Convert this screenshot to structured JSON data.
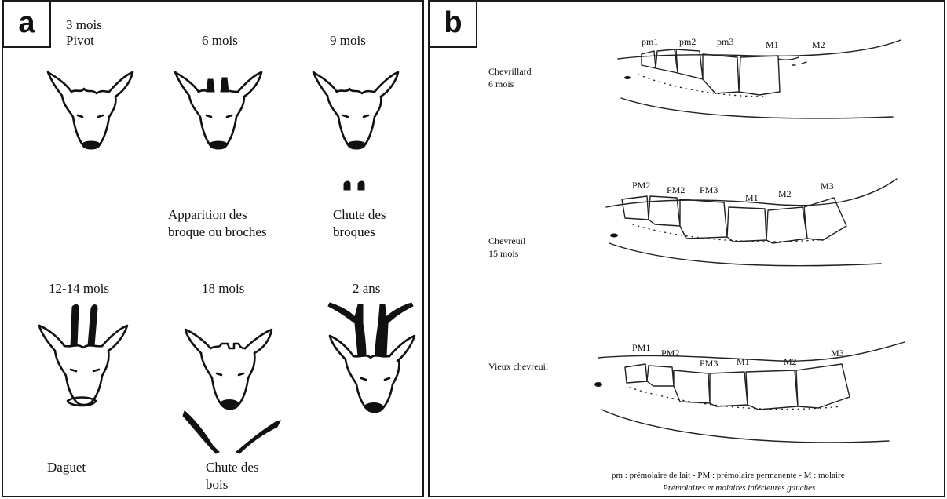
{
  "panel_a": {
    "badge": "a",
    "ages": {
      "m3": [
        "3 mois",
        "Pivot"
      ],
      "m6": "6 mois",
      "m9": "9 mois",
      "m12": "12-14 mois",
      "m18": "18 mois",
      "y2": "2 ans"
    },
    "captions": {
      "apparition": [
        "Apparition des",
        "broque ou broches"
      ],
      "chute_broques": [
        "Chute des",
        "broques"
      ],
      "daguet": "Daguet",
      "chute_bois": [
        "Chute des",
        "bois"
      ]
    }
  },
  "panel_b": {
    "badge": "b",
    "rows": [
      {
        "label": [
          "Chevrillard",
          "6 mois"
        ],
        "teeth": [
          "pm1",
          "pm2",
          "pm3",
          "M1",
          "M2"
        ]
      },
      {
        "label": [
          "Chevreuil",
          "15 mois"
        ],
        "teeth": [
          "PM2",
          "PM2",
          "PM3",
          "M1",
          "M2",
          "M3"
        ]
      },
      {
        "label": [
          "Vieux chevreuil"
        ],
        "teeth": [
          "PM1",
          "PM2",
          "PM3",
          "M1",
          "M2",
          "M3"
        ]
      }
    ],
    "legend": "pm : prémolaire de lait - PM : prémolaire permanente - M : molaire",
    "legend_italic": "Prémolaires et molaires inférieures gauches"
  }
}
